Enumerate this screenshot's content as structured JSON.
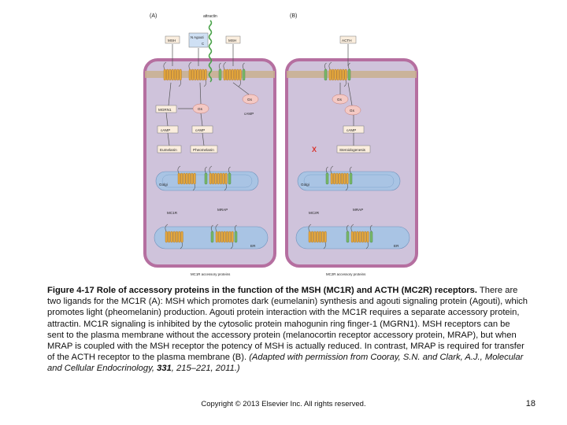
{
  "figure": {
    "panel_a_label": "(A)",
    "panel_b_label": "(B)",
    "attractin_label": "attractin",
    "msh_label": "MSH",
    "n_agouti_label": "N Agouti",
    "c_label": "C",
    "acth_label": "ACTH",
    "mgrn1_label": "MGRN1",
    "gs_label": "Gs",
    "camp_label": "cAMP",
    "eumelanin_label": "Eumelanin",
    "pheomelanin_label": "Pheomelanin",
    "steroidogenesis_label": "Steroidogenesis",
    "golgi_label": "Golgi",
    "mrap_label": "MRAP",
    "mc1r_label": "MC1R",
    "mc2r_label": "MC2R",
    "er_label": "ER",
    "panel_a_footer": "MC1R accessory proteins",
    "panel_b_footer": "MC2R accessory proteins",
    "block_mark": "X",
    "colors": {
      "cell_fill": "#cfc3db",
      "cell_border": "#b56fa0",
      "receptor": "#e6a83c",
      "mrap": "#79b86a",
      "golgi": "#a9c4e4",
      "membrane": "#c9b08e",
      "gs_fill": "#f4c9c4",
      "box_fill": "#fbeede",
      "attractin": "#4aa34a",
      "block": "#d9322c"
    }
  },
  "caption": {
    "title": "Figure 4-17 Role of accessory proteins in the function of the MSH (MC1R) and ACTH (MC2R) receptors.",
    "body": "There are two ligands for the MC1R (A): MSH which promotes dark (eumelanin) synthesis and agouti signaling protein (Agouti), which promotes light (pheomelanin) production. Agouti protein interaction with the MC1R requires a separate accessory protein, attractin. MC1R signaling is inhibited by the cytosolic protein mahogunin ring finger-1 (MGRN1). MSH receptors can be sent to the plasma membrane without the accessory protein (melanocortin receptor accessory protein, MRAP), but when MRAP is coupled with the MSH receptor the potency of MSH is actually reduced. In contrast, MRAP is required for transfer of the ACTH receptor to the plasma membrane (B).",
    "citation": "(Adapted with permission from Cooray, S.N. and Clark, A.J., Molecular and Cellular Endocrinology,",
    "volume": "331",
    "pages": ", 215–221, 2011.)"
  },
  "footer": {
    "copyright": "Copyright © 2013 Elsevier Inc. All rights reserved.",
    "page_number": "18"
  }
}
